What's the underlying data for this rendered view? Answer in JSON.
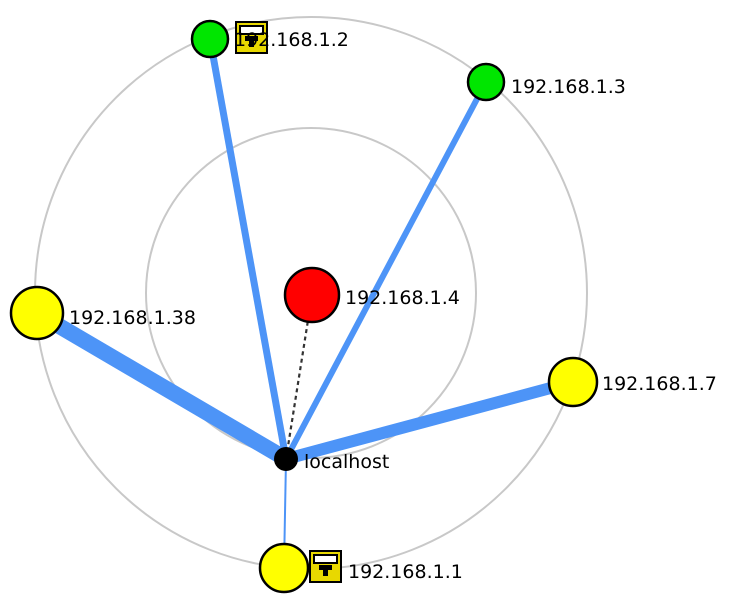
{
  "center": {
    "label": "localhost",
    "color": "#000000"
  },
  "colors": {
    "link": "#4d94f7",
    "ring": "#c8c8c8",
    "lock": "#e8d800"
  },
  "hosts": [
    {
      "id": "h2",
      "label": "192.168.1.2",
      "color": "#00e600",
      "locked": true
    },
    {
      "id": "h3",
      "label": "192.168.1.3",
      "color": "#00e600",
      "locked": false
    },
    {
      "id": "h4",
      "label": "192.168.1.4",
      "color": "#ff0000",
      "locked": false
    },
    {
      "id": "h38",
      "label": "192.168.1.38",
      "color": "#ffff00",
      "locked": false
    },
    {
      "id": "h7",
      "label": "192.168.1.7",
      "color": "#ffff00",
      "locked": false
    },
    {
      "id": "h1",
      "label": "192.168.1.1",
      "color": "#ffff00",
      "locked": true
    }
  ]
}
